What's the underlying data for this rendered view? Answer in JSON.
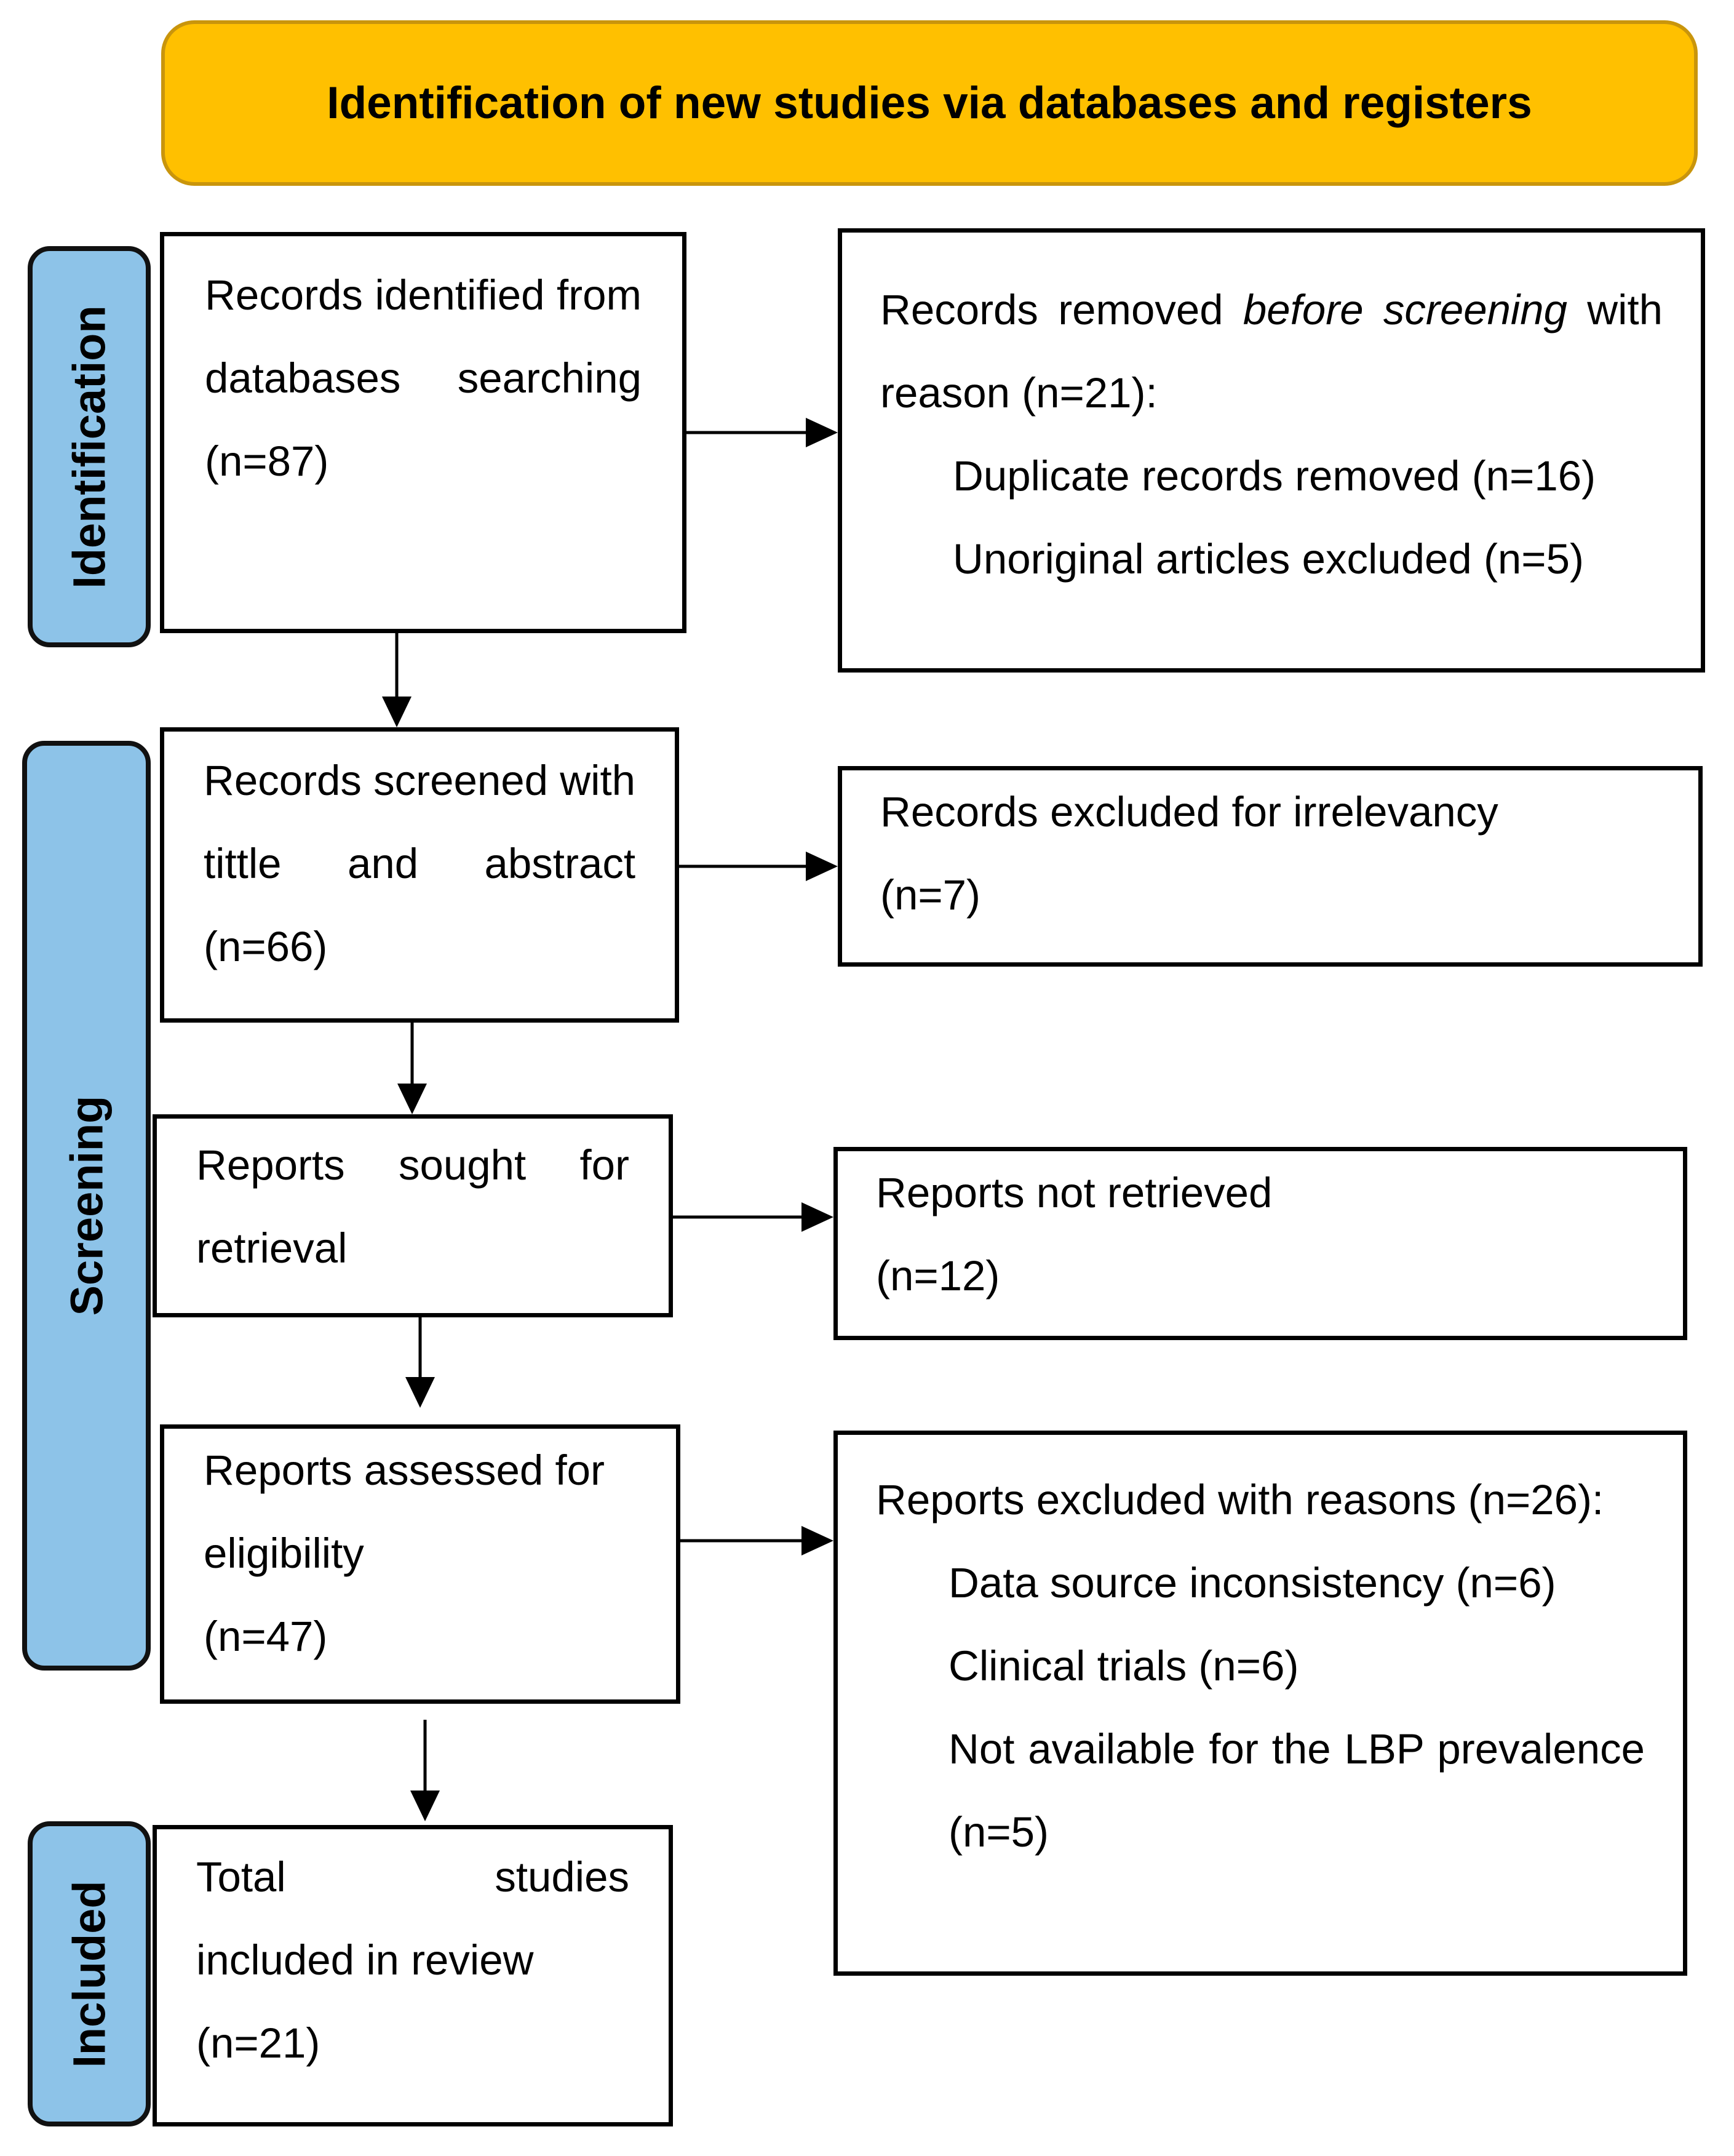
{
  "header": {
    "title": "Identification of new studies via databases and registers"
  },
  "stages": {
    "identification": "Identification",
    "screening": "Screening",
    "included": "Included"
  },
  "boxes": {
    "records_identified": "Records identified from databases searching (n=87)",
    "removed_before_screening": {
      "prefix": "Records removed ",
      "emphasis": "before screening",
      "suffix": " with reason (n=21):",
      "items": [
        "Duplicate records removed (n=16)",
        "Unoriginal articles excluded (n=5)"
      ]
    },
    "records_screened": "Records screened with tittle and abstract (n=66)",
    "records_excluded": {
      "line1": "Records excluded for irrelevancy",
      "line2": "(n=7)"
    },
    "reports_sought": "Reports sought for retrieval",
    "reports_not_retrieved": {
      "line1": "Reports not retrieved",
      "line2": "(n=12)"
    },
    "reports_assessed": {
      "line1": "Reports assessed for",
      "line2": "eligibility",
      "line3": "(n=47)"
    },
    "reports_excluded": {
      "intro": "Reports excluded with reasons (n=26):",
      "items": [
        "Data source inconsistency (n=6)",
        "Clinical trials (n=6)",
        "Not available for the LBP prevalence (n=5)"
      ]
    },
    "total_included": {
      "line1": "Total studies",
      "line2": "included in review",
      "line3": "(n=21)"
    }
  }
}
